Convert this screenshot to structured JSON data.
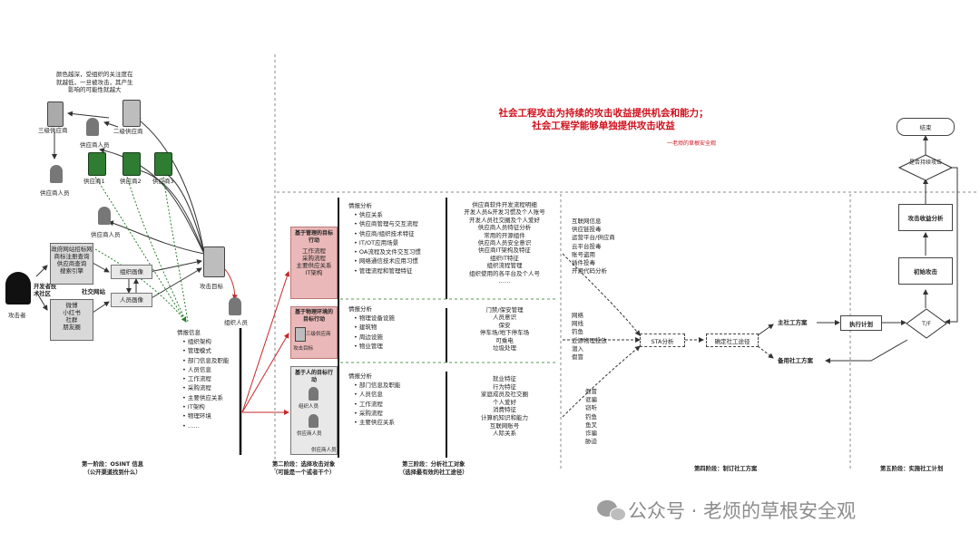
{
  "note": [
    "颜色越深，受组织的关注度在",
    "就越低，一旦被攻击，其产生",
    "影响的可能性就越大"
  ],
  "red_title": [
    "社会工程攻击为持续的攻击收益提供机会和能力；",
    "社会工程学能够单独提供攻击收益"
  ],
  "red_signature": "一老烦的草根安全观",
  "stage1": {
    "level3_vendor": "三级供应商",
    "level2_vendor": "二级供应商",
    "vendor_person": "供应商人员",
    "vendor_person2": "供应商人员",
    "vendor_person3": "供应商人员",
    "vendor1": "供应商1",
    "vendor2": "供应商2",
    "vendor3": "供应商3",
    "attacker": "攻击者",
    "open_social": "开发者技术社区",
    "social_network": "社交网站",
    "box1": [
      "政府网站招标网",
      "商标注册查询",
      "供应商查询",
      "搜索引擎"
    ],
    "box2": [
      "微博",
      "小红书",
      "社群",
      "朋友圈"
    ],
    "org_profile": "组织画像",
    "person_profile": "人员画像",
    "target": "攻击目标",
    "org_person": "组织人员",
    "info_title": "情报信息",
    "info_items": [
      "组织架构",
      "管理模式",
      "部门信息及职能",
      "人员信息",
      "工作流程",
      "采购流程",
      "主要供应关系",
      "IT架构",
      "物理环境",
      "……"
    ],
    "caption": [
      "第一阶段：OSINT 信息",
      "（公开渠道找到什么）"
    ]
  },
  "stage2": {
    "box_a": {
      "title": "基于管理的目标行动",
      "lines": [
        "工作流程",
        "采购流程",
        "主要供应关系",
        "IT架构"
      ]
    },
    "box_b": {
      "title": "基于物理环境的目标行动",
      "items": [
        "三级供应商",
        "攻击目标"
      ]
    },
    "box_c": {
      "title": "基于人的目标行动",
      "items": [
        "组织人员",
        "供应商人员",
        "供应商人员"
      ]
    },
    "caption": [
      "第二阶段：选择攻击对象",
      "（可能是一个或者干个）"
    ]
  },
  "stage3": {
    "block1": {
      "title": "情报分析",
      "items": [
        "供应关系",
        "供应商管理与交互流程",
        "供应商/组织技术特征",
        "IT/OT应用场景",
        "OA流程及文件交互习惯",
        "网络通信技术应用习惯",
        "管理流程和管理特征"
      ]
    },
    "block1_right": [
      "供应商软件开发流程明细",
      "开发人员&开发习惯及个人账号",
      "开发人员社交圈及个人爱好",
      "供应商人员特征分析",
      "常用的开源组件",
      "供应商人员安全意识",
      "供应商IT架构及特征",
      "组织IT特征",
      "组织流程管理",
      "组织使用的各平台及个人号",
      "……"
    ],
    "block2": {
      "title": "情报分析",
      "items": [
        "物理设备设施",
        "建筑物",
        "周边设施",
        "物业管理"
      ]
    },
    "block2_right": [
      "门禁/保安管理",
      "人员意识",
      "保安",
      "停车场/地下停车场",
      "可乘电",
      "垃圾处理"
    ],
    "block3": {
      "title": "情报分析",
      "items": [
        "部门信息及职能",
        "人员信息",
        "工作流程",
        "采购流程",
        "主要供应关系"
      ]
    },
    "block3_right": [
      "就业特征",
      "行为特征",
      "家庭成员及社交圈",
      "个人爱好",
      "消费特征",
      "计算机知识和能力",
      "互联网账号",
      "人际关系"
    ],
    "caption": [
      "第三阶段：分析社工对象",
      "（选择最有效的社工途径）"
    ]
  },
  "stage4": {
    "group1": [
      "互联网信息",
      "供应链投毒",
      "运营平台/供应商",
      "云平台投毒",
      "账号盗用",
      "插件投毒",
      "开源代码分析"
    ],
    "group2": [
      "网络",
      "网线",
      "钓鱼",
      "近源物理投放",
      "潜入",
      "假冒"
    ],
    "group3": [
      "假冒",
      "诓骗",
      "窃听",
      "钓鱼",
      "鱼叉",
      "诈骗",
      "胁迫"
    ],
    "sta": "STA分析",
    "confirm": "确定社工途径",
    "main_plan": "主社工方案",
    "backup_plan": "备用社工方案",
    "caption": "第四阶段：制订社工方案"
  },
  "stage5": {
    "end": "结束",
    "continue": "是否持续攻击",
    "benefit": "攻击收益分析",
    "initial": "初始攻击",
    "decision": "T/F",
    "exec": "执行计划",
    "caption": "第五阶段：实施社工计划"
  },
  "watermark": "公众号 · 老烦的草根安全观"
}
